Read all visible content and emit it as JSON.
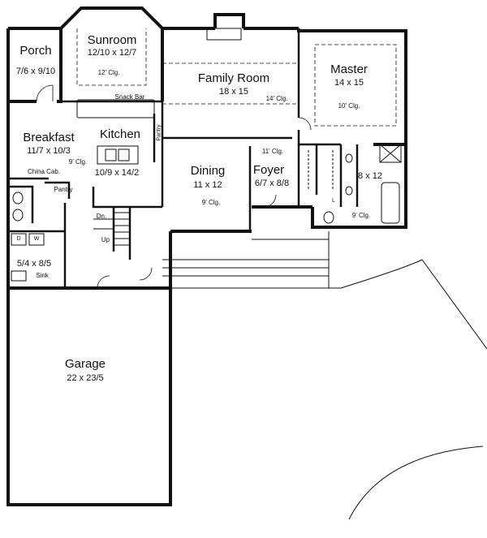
{
  "rooms": {
    "porch": {
      "name": "Porch",
      "dims": "7/6 x 9/10"
    },
    "sunroom": {
      "name": "Sunroom",
      "dims": "12/10 x 12/7",
      "ceiling": "12' Clg."
    },
    "family": {
      "name": "Family Room",
      "dims": "18 x 15",
      "ceiling": "14' Clg."
    },
    "master": {
      "name": "Master",
      "dims": "14 x 15",
      "ceiling": "10' Clg."
    },
    "breakfast": {
      "name": "Breakfast",
      "dims": "11/7 x 10/3",
      "ceiling": "9' Clg."
    },
    "kitchen": {
      "name": "Kitchen",
      "dims": "10/9 x 14/2"
    },
    "dining": {
      "name": "Dining",
      "dims": "11 x 12",
      "ceiling": "9' Clg."
    },
    "foyer": {
      "name": "Foyer",
      "dims": "6/7 x 8/8",
      "ceiling": "11' Clg."
    },
    "bath": {
      "dims": "8 x 12",
      "ceiling": "9' Clg."
    },
    "laundry": {
      "dims": "5/4 x 8/5"
    },
    "garage": {
      "name": "Garage",
      "dims": "22 x 23/5"
    }
  },
  "fixtures": {
    "snack_bar": "Snack Bar",
    "pantry_vertical": "Pantry",
    "pantry": "Pantry",
    "china_cab": "China Cab.",
    "dn": "Dn.",
    "up": "Up",
    "washer": "W",
    "dryer": "D",
    "sink": "Sink",
    "linen": "L"
  }
}
